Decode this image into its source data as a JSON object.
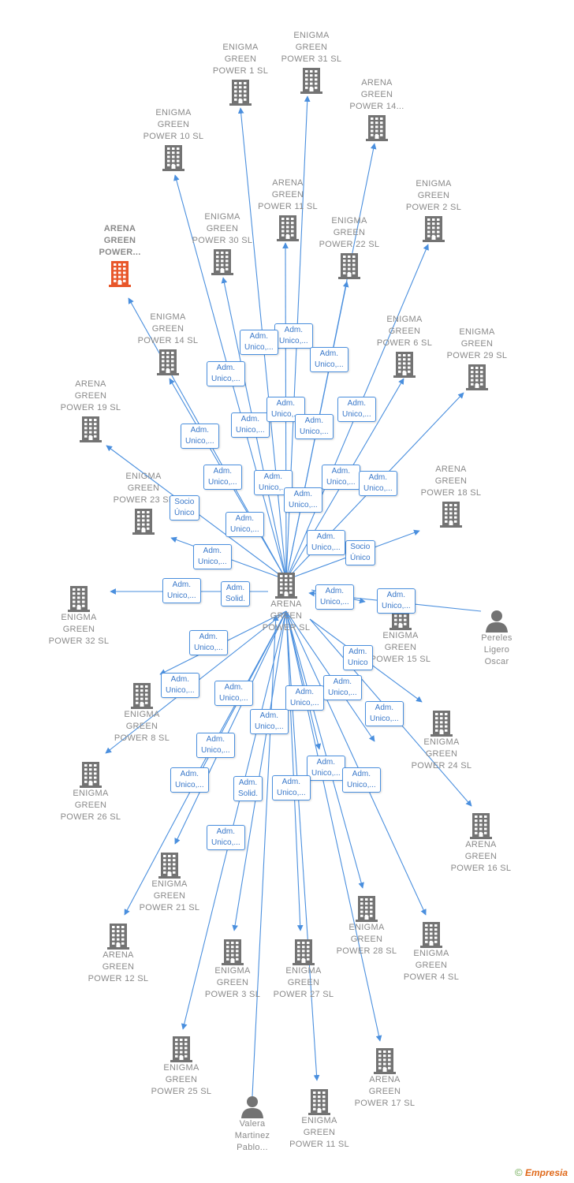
{
  "center": {
    "label": "ARENA\nGREEN\nPOWER  SL"
  },
  "nodes": [
    {
      "id": "n1",
      "label": "ENIGMA\nGREEN\nPOWER 1  SL"
    },
    {
      "id": "n2",
      "label": "ENIGMA\nGREEN\nPOWER 31  SL"
    },
    {
      "id": "n3",
      "label": "ARENA\nGREEN\nPOWER 14..."
    },
    {
      "id": "n4",
      "label": "ENIGMA\nGREEN\nPOWER 10  SL"
    },
    {
      "id": "n5",
      "label": "ARENA\nGREEN\nPOWER 11  SL"
    },
    {
      "id": "n6",
      "label": "ENIGMA\nGREEN\nPOWER 2  SL"
    },
    {
      "id": "n7",
      "label": "ARENA\nGREEN\nPOWER...",
      "focus": true
    },
    {
      "id": "n8",
      "label": "ENIGMA\nGREEN\nPOWER 30  SL"
    },
    {
      "id": "n9",
      "label": "ENIGMA\nGREEN\nPOWER 22  SL"
    },
    {
      "id": "n10",
      "label": "ENIGMA\nGREEN\nPOWER 14  SL"
    },
    {
      "id": "n11",
      "label": "ENIGMA\nGREEN\nPOWER 6  SL"
    },
    {
      "id": "n12",
      "label": "ENIGMA\nGREEN\nPOWER 29  SL"
    },
    {
      "id": "n13",
      "label": "ARENA\nGREEN\nPOWER 19  SL"
    },
    {
      "id": "n14",
      "label": "ENIGMA\nGREEN\nPOWER 23  SL"
    },
    {
      "id": "n15",
      "label": "ARENA\nGREEN\nPOWER 18  SL"
    },
    {
      "id": "n16",
      "label": "ENIGMA\nGREEN\nPOWER 32  SL"
    },
    {
      "id": "n17",
      "label": "ENIGMA\nGREEN\nPOWER 15  SL"
    },
    {
      "id": "n18",
      "label": "Pereles\nLigero\nOscar",
      "person": true
    },
    {
      "id": "n19",
      "label": "ENIGMA\nGREEN\nPOWER 8  SL"
    },
    {
      "id": "n20",
      "label": "ENIGMA\nGREEN\nPOWER 24  SL"
    },
    {
      "id": "n21",
      "label": "ENIGMA\nGREEN\nPOWER 26  SL"
    },
    {
      "id": "n22",
      "label": "ARENA\nGREEN\nPOWER 16  SL"
    },
    {
      "id": "n23",
      "label": "ENIGMA\nGREEN\nPOWER 21  SL"
    },
    {
      "id": "n24",
      "label": "ENIGMA\nGREEN\nPOWER 28  SL"
    },
    {
      "id": "n25",
      "label": "ARENA\nGREEN\nPOWER 12  SL"
    },
    {
      "id": "n26",
      "label": "ENIGMA\nGREEN\nPOWER 4  SL"
    },
    {
      "id": "n27",
      "label": "ENIGMA\nGREEN\nPOWER 3  SL"
    },
    {
      "id": "n28",
      "label": "ENIGMA\nGREEN\nPOWER 27  SL"
    },
    {
      "id": "n29",
      "label": "ENIGMA\nGREEN\nPOWER 25  SL"
    },
    {
      "id": "n30",
      "label": "ARENA\nGREEN\nPOWER 17  SL"
    },
    {
      "id": "n31",
      "label": "Valera\nMartinez\nPablo...",
      "person": true
    },
    {
      "id": "n32",
      "label": "ENIGMA\nGREEN\nPOWER 11  SL"
    }
  ],
  "edge_labels": [
    "Adm.\nUnico,...",
    "Adm.\nUnico,...",
    "Adm.\nUnico,...",
    "Adm.\nUnico,...",
    "Adm.\nUnico,...",
    "Adm.\nUnico,...",
    "Adm.\nUnico,...",
    "Adm.\nUnico,...",
    "Adm.\nUnico,...",
    "Adm.\nUnico,...",
    "Adm.\nUnico,...",
    "Adm.\nUnico,...",
    "Socio\nÚnico",
    "Adm.\nUnico,...",
    "Adm.\nUnico,...",
    "Socio\nÚnico",
    "Adm.\nUnico,...",
    "Adm.\nUnico,...",
    "Adm.\nUnico,...",
    "Adm.\nUnico,...",
    "Adm.\nSolid.",
    "Adm.\nUnico,...",
    "Adm.\nUnico,...",
    "Adm.\nUnico,...",
    "Adm.\nUnico",
    "Adm.\nUnico,...",
    "Adm.\nUnico,...",
    "Adm.\nUnico,...",
    "Adm.\nUnico,...",
    "Adm.\nUnico,...",
    "Adm.\nUnico,...",
    "Adm.\nUnico,...",
    "Adm.\nUnico,...",
    "Adm.\nUnico,...",
    "Adm.\nUnico,...",
    "Adm.\nSolid.",
    "Adm.\nUnico,...",
    "Adm.\nUnico,..."
  ],
  "colors": {
    "edge": "#4a8fde",
    "node": "#737373",
    "focus": "#e8572a"
  },
  "brand": {
    "copyright": "©",
    "name": "Empresia"
  }
}
